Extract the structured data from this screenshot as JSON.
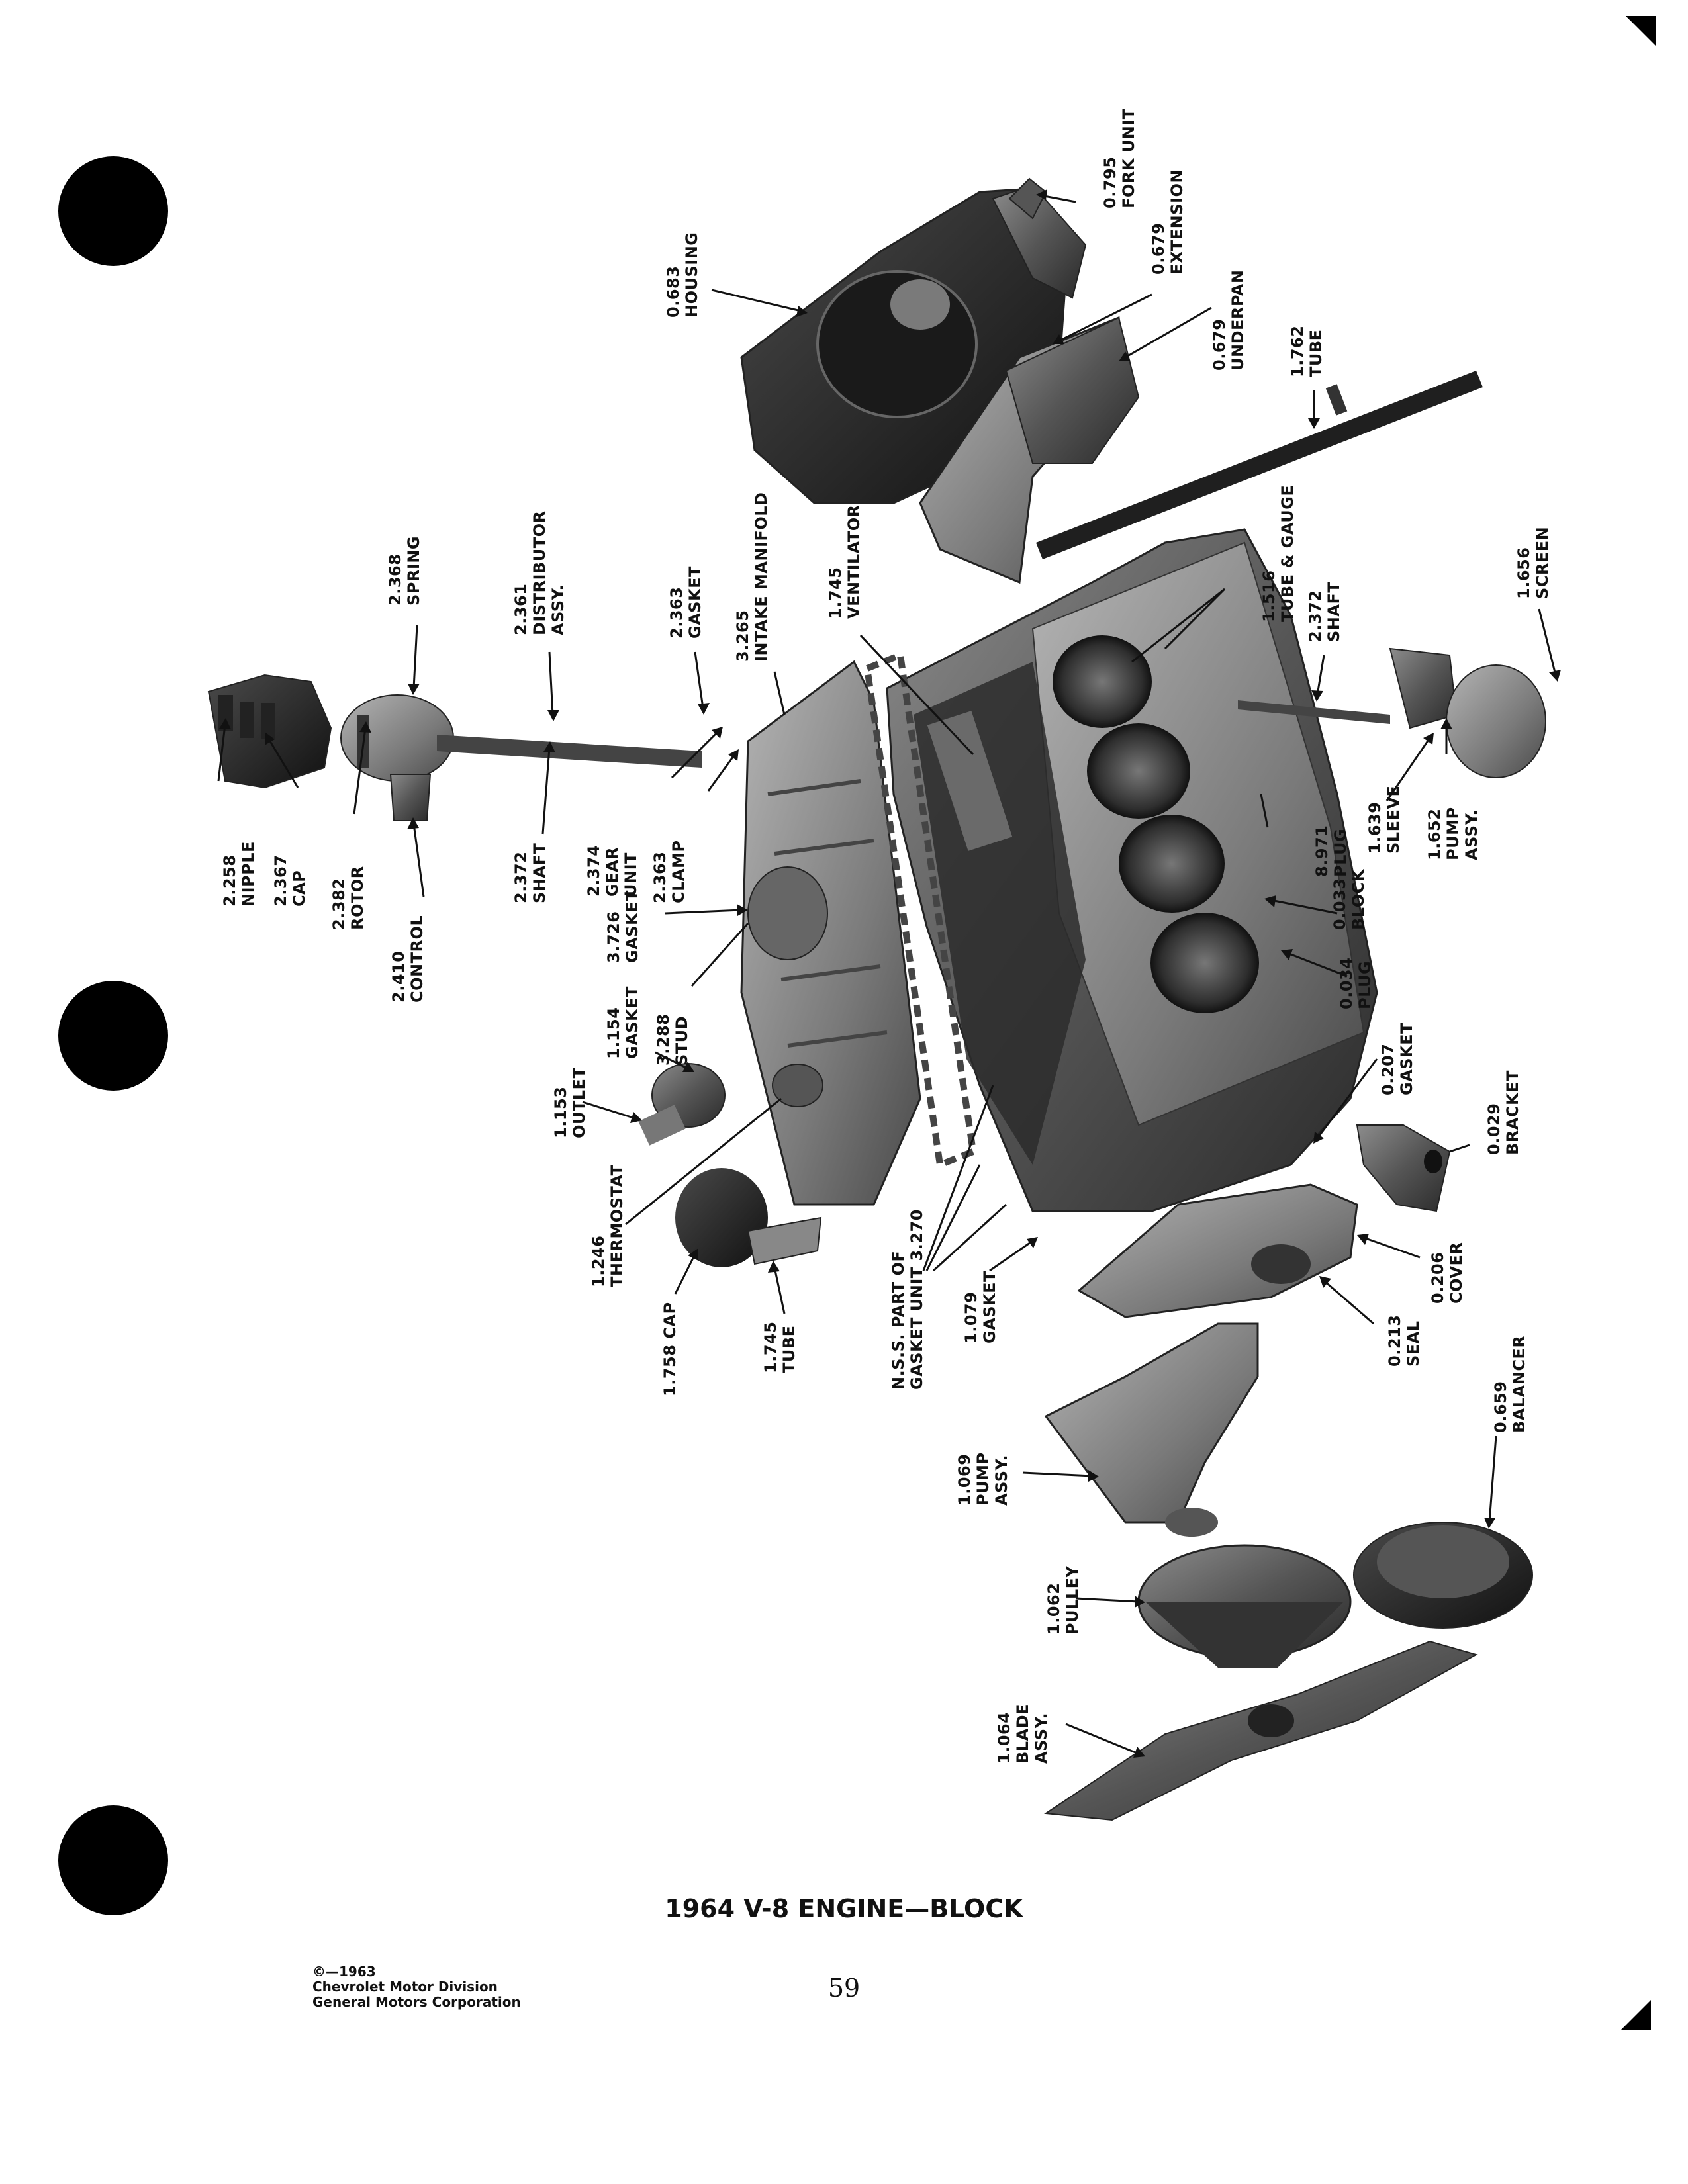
{
  "title": "1964 V-8 ENGINE—BLOCK",
  "page_number": "59",
  "copyright": {
    "line1": "©—1963",
    "line2": "Chevrolet Motor Division",
    "line3": "General Motors Corporation"
  },
  "callouts": {
    "fork_unit": [
      "0.795",
      "FORK UNIT"
    ],
    "housing": [
      "0.683",
      "HOUSING"
    ],
    "extension": [
      "0.679",
      "EXTENSION"
    ],
    "underpan": [
      "0.679",
      "UNDERPAN"
    ],
    "tube_1762": [
      "1.762",
      "TUBE"
    ],
    "spring": [
      "2.368",
      "SPRING"
    ],
    "distributor": [
      "2.361",
      "DISTRIBUTOR",
      "ASSY."
    ],
    "gasket_2363": [
      "2.363",
      "GASKET"
    ],
    "intake_manifold": [
      "3.265",
      "INTAKE MANIFOLD"
    ],
    "ventilator": [
      "1.745",
      "VENTILATOR"
    ],
    "tube_gauge": [
      "1.516",
      "TUBE & GAUGE"
    ],
    "shaft_2372_top": [
      "2.372",
      "SHAFT"
    ],
    "screen": [
      "1.656",
      "SCREEN"
    ],
    "nipple": [
      "2.258",
      "NIPPLE"
    ],
    "cap_2367": [
      "2.367",
      "CAP"
    ],
    "rotor": [
      "2.382",
      "ROTOR"
    ],
    "control": [
      "2.410",
      "CONTROL"
    ],
    "shaft_2372_left": [
      "2.372",
      "SHAFT"
    ],
    "gear_unit": [
      "2.374",
      "GEAR",
      "UNIT"
    ],
    "clamp": [
      "2.363",
      "CLAMP"
    ],
    "gasket_3726": [
      "3.726",
      "GASKET"
    ],
    "stud": [
      "3.288",
      "STUD"
    ],
    "gasket_1154": [
      "1.154",
      "GASKET"
    ],
    "outlet": [
      "1.153",
      "OUTLET"
    ],
    "thermostat": [
      "1.246",
      "THERMOSTAT"
    ],
    "cap_1758": [
      "1.758 CAP"
    ],
    "tube_1745": [
      "1.745",
      "TUBE"
    ],
    "nss": [
      "N.S.S. PART OF",
      "GASKET UNIT 3.270"
    ],
    "gasket_1079": [
      "1.079",
      "GASKET"
    ],
    "plug_8971": [
      "8.971",
      "PLUG"
    ],
    "sleeve": [
      "1.639",
      "SLEEVE"
    ],
    "pump_1652": [
      "1.652",
      "PUMP",
      "ASSY."
    ],
    "block": [
      "0.033",
      "BLOCK"
    ],
    "plug_0034": [
      "0.034",
      "PLUG"
    ],
    "gasket_0207": [
      "0.207",
      "GASKET"
    ],
    "bracket": [
      "0.029",
      "BRACKET"
    ],
    "cover": [
      "0.206",
      "COVER"
    ],
    "seal": [
      "0.213",
      "SEAL"
    ],
    "balancer": [
      "0.659",
      "BALANCER"
    ],
    "pump_1069": [
      "1.069",
      "PUMP",
      "ASSY."
    ],
    "pulley": [
      "1.062",
      "PULLEY"
    ],
    "blade": [
      "1.064",
      "BLADE",
      "ASSY."
    ]
  }
}
